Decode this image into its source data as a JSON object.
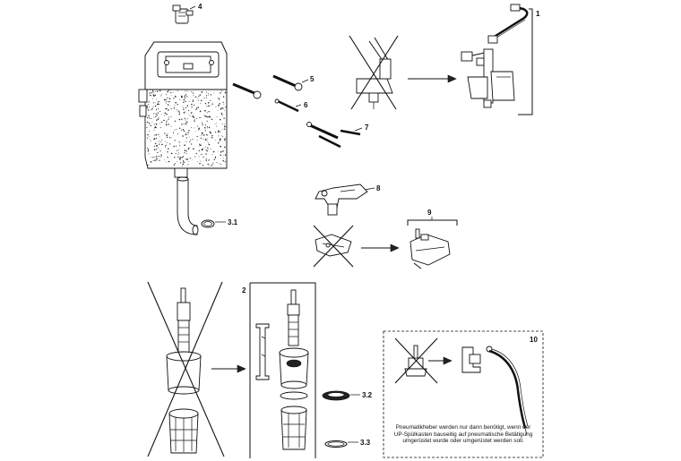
{
  "labels": {
    "l1": "1",
    "l2": "2",
    "l3_1": "3.1",
    "l3_2": "3.2",
    "l3_3": "3.3",
    "l4": "4",
    "l5": "5",
    "l6": "6",
    "l7": "7",
    "l8": "8",
    "l9": "9",
    "l10": "10"
  },
  "note": {
    "line1": "Pneumatikheber werden nur dann benötigt, wenn der",
    "line2": "UP-Spülkasten bauseitig auf pneumatische Betätigung",
    "line3": "umgerüstet wurde oder umgerüstet werden soll."
  }
}
